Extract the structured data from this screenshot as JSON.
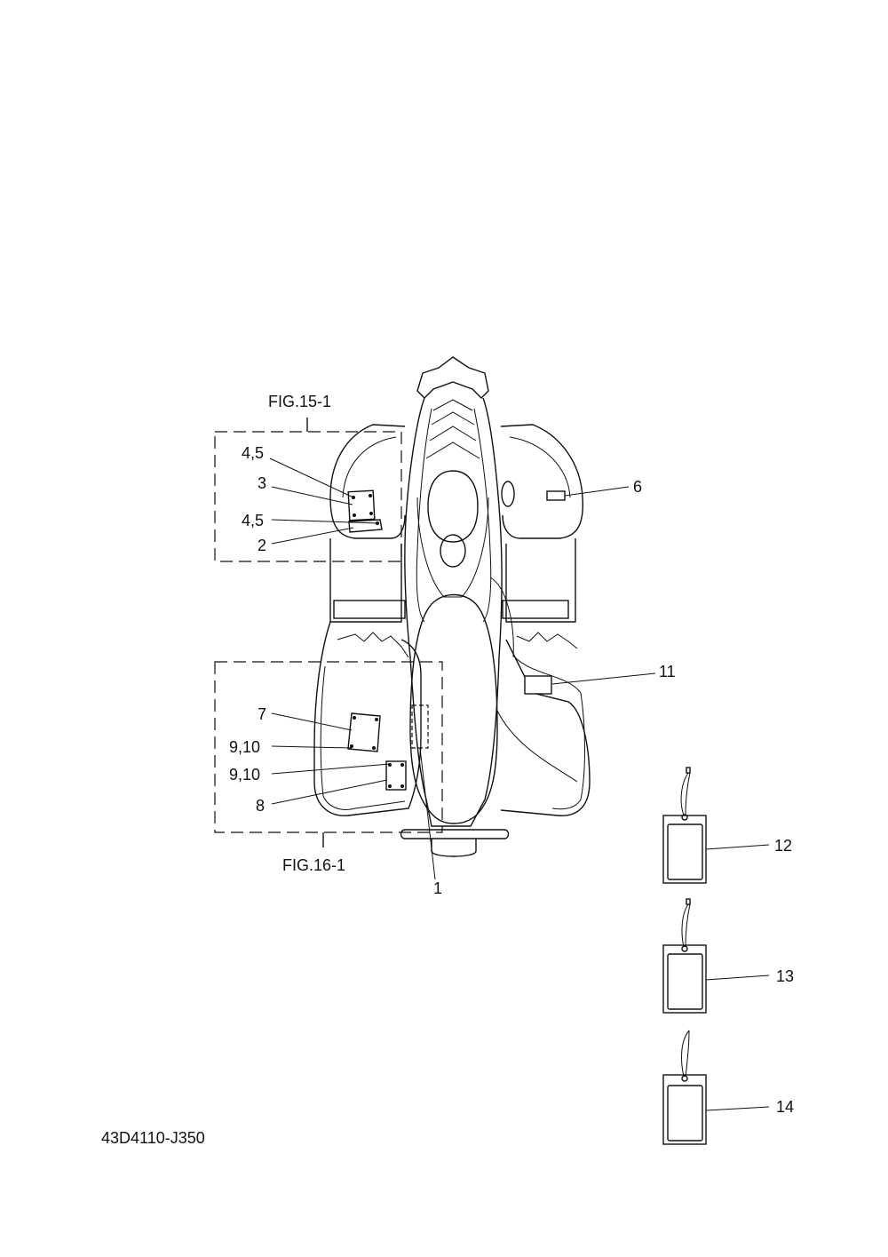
{
  "figure_refs": {
    "fig_15": "FIG.15-1",
    "fig_16": "FIG.16-1"
  },
  "callouts": {
    "c1": "1",
    "c2": "2",
    "c3": "3",
    "c4a": "4,5",
    "c4b": "4,5",
    "c6": "6",
    "c7": "7",
    "c8": "8",
    "c9a": "9,10",
    "c9b": "9,10",
    "c11": "11",
    "c12": "12",
    "c13": "13",
    "c14": "14"
  },
  "diagram_code": "43D4110-J350"
}
